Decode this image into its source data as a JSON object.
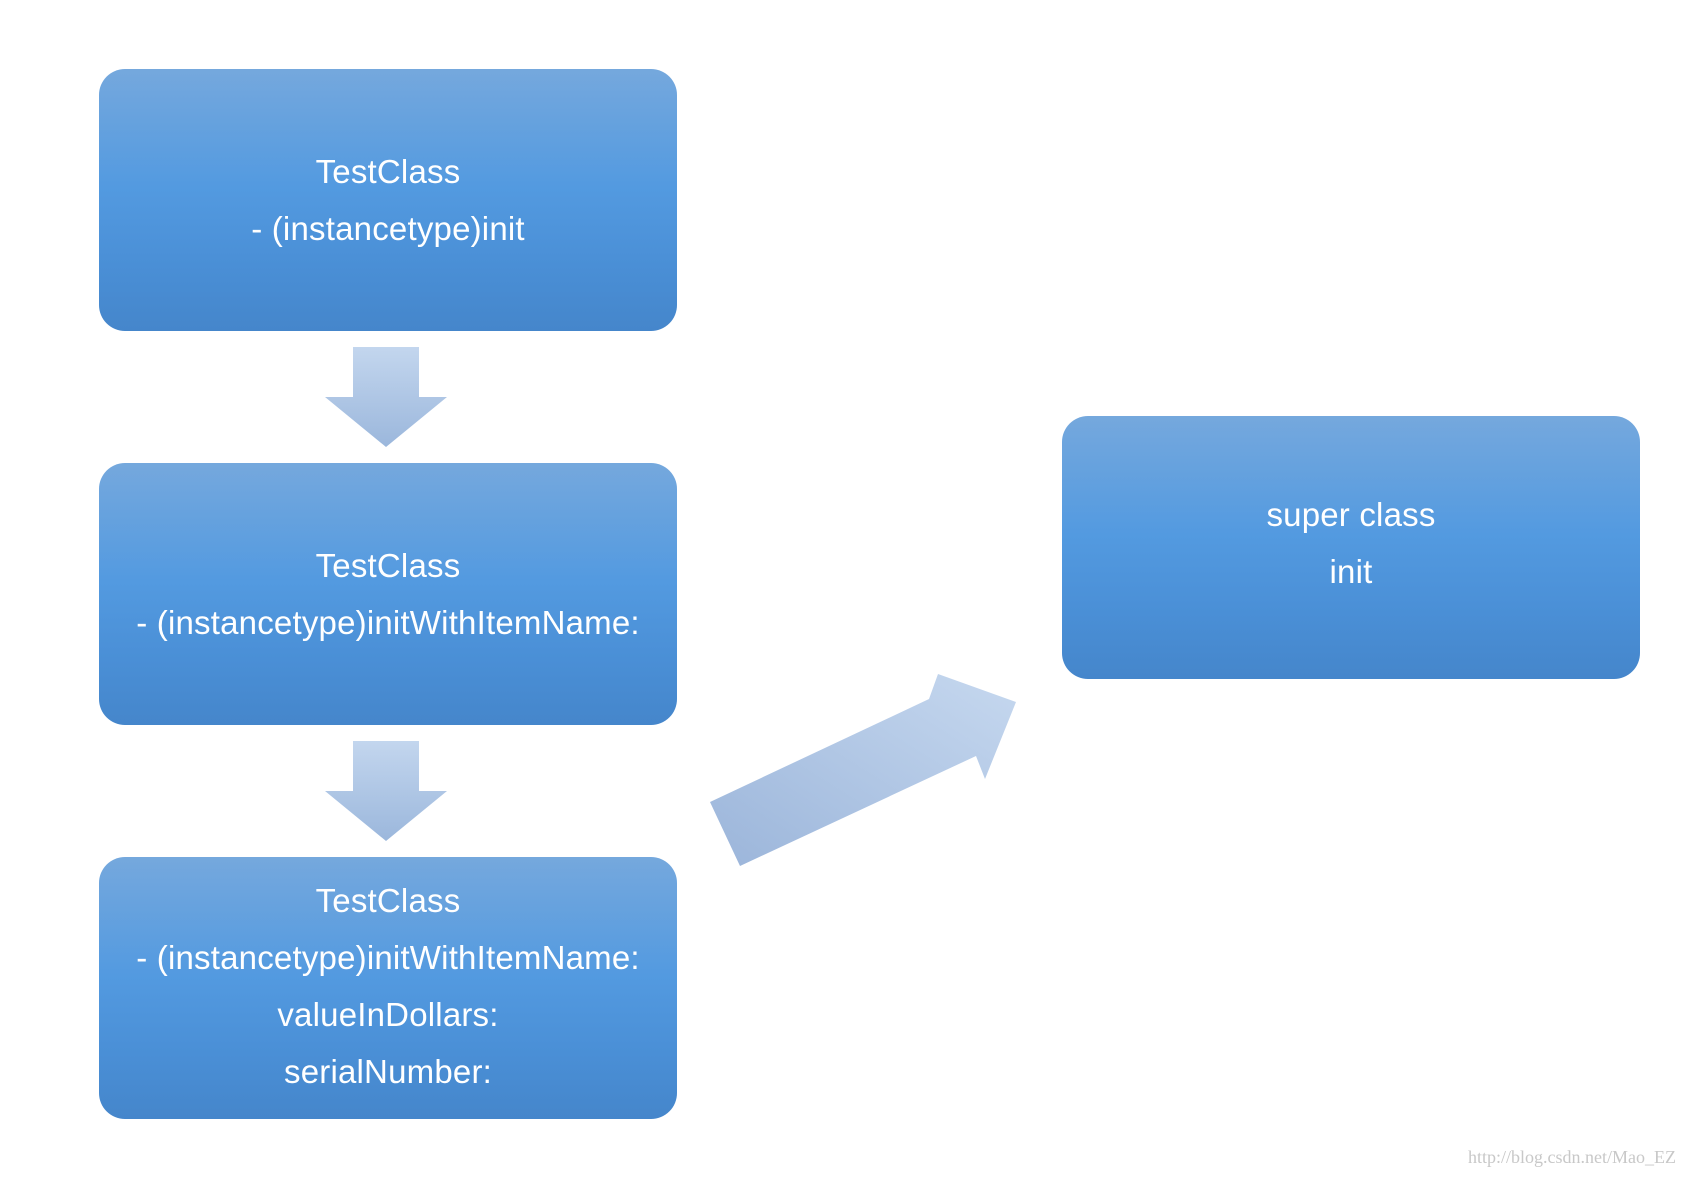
{
  "nodes": [
    {
      "id": "testclass-init",
      "lines": [
        "TestClass",
        "- (instancetype)init"
      ]
    },
    {
      "id": "testclass-init-with-item-name",
      "lines": [
        "TestClass",
        "- (instancetype)initWithItemName:"
      ]
    },
    {
      "id": "testclass-designated-init",
      "lines": [
        "TestClass",
        "- (instancetype)initWithItemName:",
        "valueInDollars:",
        "serialNumber:"
      ]
    },
    {
      "id": "super-class-init",
      "lines": [
        "super class",
        "init"
      ]
    }
  ],
  "edges": [
    {
      "from": "testclass-init",
      "to": "testclass-init-with-item-name"
    },
    {
      "from": "testclass-init-with-item-name",
      "to": "testclass-designated-init"
    },
    {
      "from": "testclass-designated-init",
      "to": "super-class-init"
    }
  ],
  "colors": {
    "node_top": "#75a8dd",
    "node_mid": "#539ae0",
    "node_bottom": "#4586cb",
    "arrow_top": "#c3d6ee",
    "arrow_bottom": "#9bb7dc",
    "node_text": "#ffffff"
  },
  "watermark": "http://blog.csdn.net/Mao_EZ"
}
